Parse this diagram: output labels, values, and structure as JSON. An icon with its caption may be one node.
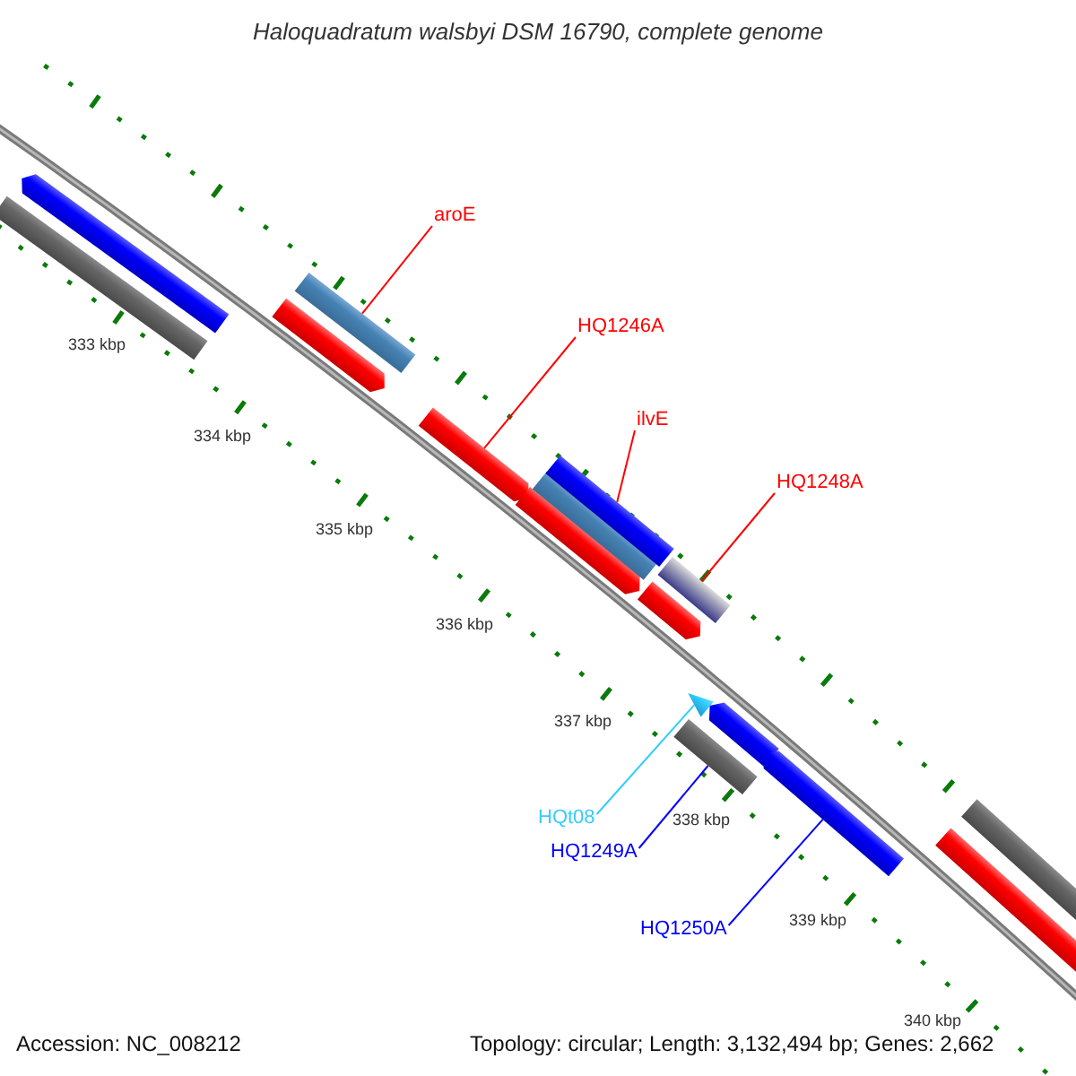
{
  "diagram": {
    "title": "Haloquadratum walsbyi DSM 16790, complete genome",
    "nodes": [
      {
        "text": [
          "aroE"
        ]
      },
      {
        "text": [
          "HQ1246A"
        ]
      },
      {
        "text": [
          "ilvE"
        ]
      },
      {
        "text": [
          "HQ1248A"
        ]
      },
      {
        "text": [
          "HQt08"
        ]
      },
      {
        "text": [
          "HQ1249A"
        ]
      },
      {
        "text": [
          "HQ1250A"
        ]
      },
      {
        "text": [],
        "shape": "bar"
      },
      {
        "text": [],
        "shape": "bar"
      },
      {
        "text": [],
        "shape": "bar"
      },
      {
        "text": [],
        "shape": "bar"
      },
      {
        "text": [],
        "shape": "bar"
      },
      {
        "text": [],
        "shape": "bar"
      },
      {
        "text": [],
        "shape": "bar"
      },
      {
        "text": [],
        "shape": "bar"
      },
      {
        "text": [],
        "shape": "bar"
      },
      {
        "text": [],
        "shape": "bar"
      },
      {
        "text": [],
        "shape": "bar"
      },
      {
        "text": [],
        "shape": "triangle"
      },
      {
        "text": [],
        "shape": "bar"
      },
      {
        "text": [],
        "shape": "bar"
      },
      {
        "text": [],
        "shape": "bar"
      },
      {
        "text": [],
        "shape": "bar"
      }
    ],
    "edges": [
      {
        "from": 0,
        "to": 10,
        "arrow": "none"
      },
      {
        "from": 1,
        "to": 11,
        "arrow": "none"
      },
      {
        "from": 2,
        "to": 14,
        "arrow": "none"
      },
      {
        "from": 3,
        "to": 16,
        "arrow": "none"
      },
      {
        "from": 4,
        "to": 18,
        "arrow": "none",
        "color": "#33ccff"
      },
      {
        "from": 5,
        "to": 17,
        "arrow": "none",
        "color": "#0000ff"
      },
      {
        "from": 6,
        "to": 20,
        "arrow": "none",
        "color": "#0000ff"
      }
    ],
    "labels": [
      "333 kbp",
      "334 kbp",
      "335 kbp",
      "336 kbp",
      "337 kbp",
      "338 kbp",
      "339 kbp",
      "340 kbp",
      "Accession: NC_008212",
      "Topology: circular; Length: 3,132,494 bp; Genes: 2,662"
    ]
  }
}
